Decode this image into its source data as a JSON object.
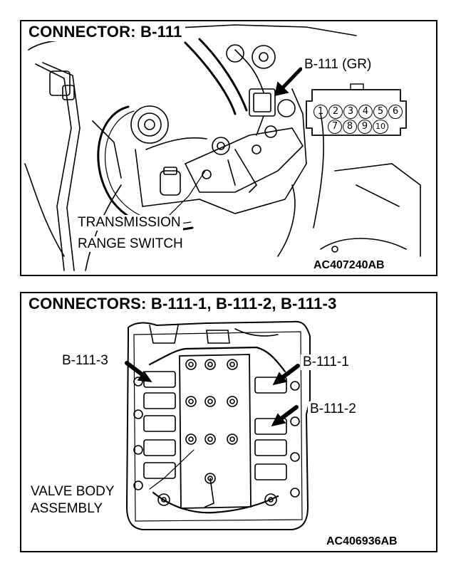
{
  "top": {
    "title": "CONNECTOR: B-111",
    "connector_label": "B-111 (GR)",
    "component_line1": "TRANSMISSION",
    "component_line2": "RANGE SWITCH",
    "figure_code": "AC407240AB",
    "pins_top": [
      "1",
      "2",
      "3",
      "4",
      "5",
      "6"
    ],
    "pins_bottom": [
      "7",
      "8",
      "9",
      "10"
    ]
  },
  "bottom": {
    "title": "CONNECTORS: B-111-1, B-111-2,  B-111-3",
    "label_b1113": "B-111-3",
    "label_b1111": "B-111-1",
    "label_b1112": "B-111-2",
    "component_line1": "VALVE BODY",
    "component_line2": "ASSEMBLY",
    "figure_code": "AC406936AB"
  }
}
